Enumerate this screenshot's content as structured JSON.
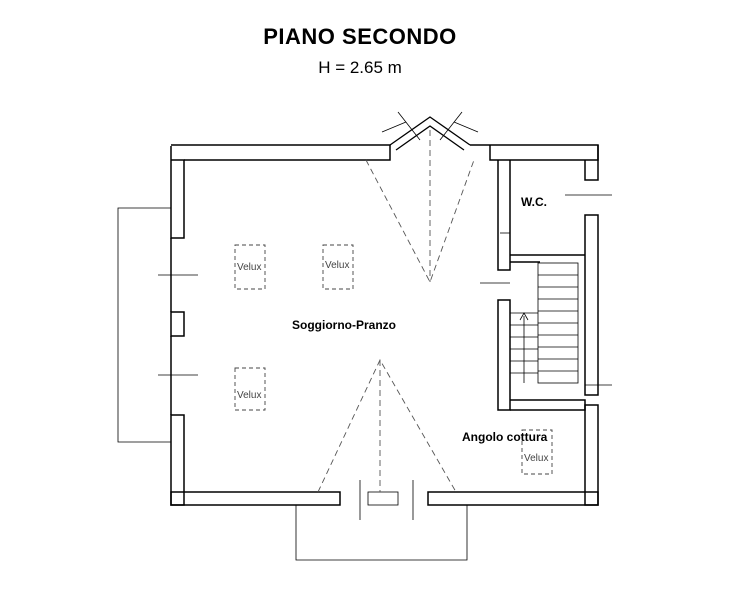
{
  "header": {
    "title": "PIANO SECONDO",
    "height_label": "H = 2.65 m"
  },
  "rooms": {
    "living": "Soggiorno-Pranzo",
    "wc": "W.C.",
    "kitchen": "Angolo cottura"
  },
  "skylights": {
    "label": "Velux"
  }
}
